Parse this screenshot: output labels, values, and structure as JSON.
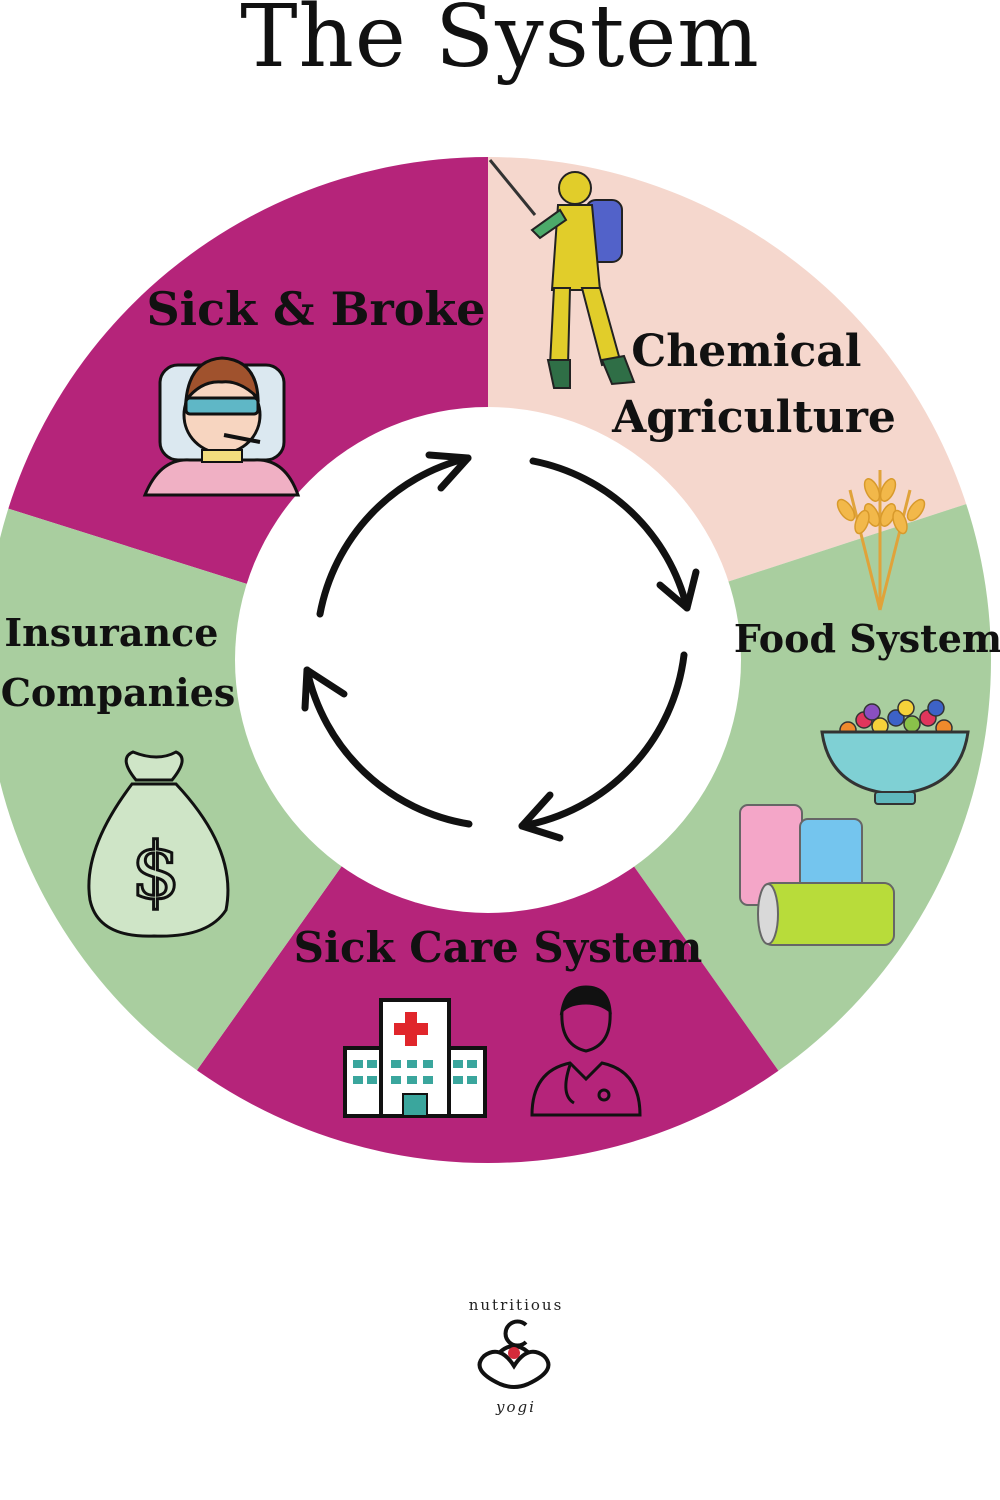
{
  "title": "The System",
  "colors": {
    "magenta": "#b5247a",
    "peach": "#f5d7cd",
    "green": "#a9ce9f",
    "arrow": "#111111"
  },
  "segments": [
    {
      "id": "sick-broke",
      "label_lines": [
        "Sick & Broke"
      ],
      "color": "magenta",
      "icon": "sick-patient-icon"
    },
    {
      "id": "chemical-agriculture",
      "label_lines": [
        "Chemical",
        "Agriculture"
      ],
      "color": "peach",
      "icon": "pesticide-sprayer-icon"
    },
    {
      "id": "food-system",
      "label_lines": [
        "Food System"
      ],
      "color": "green",
      "icon": "cereal-bowl-icon"
    },
    {
      "id": "sick-care-system",
      "label_lines": [
        "Sick Care System"
      ],
      "color": "magenta",
      "icon": "hospital-icon"
    },
    {
      "id": "insurance-companies",
      "label_lines": [
        "Insurance",
        "Companies"
      ],
      "color": "green",
      "icon": "money-bag-icon"
    }
  ],
  "cycle": {
    "direction": "clockwise",
    "arrow_count": 4
  },
  "logo": {
    "top_text": "nutritious",
    "bottom_text": "yogi"
  }
}
